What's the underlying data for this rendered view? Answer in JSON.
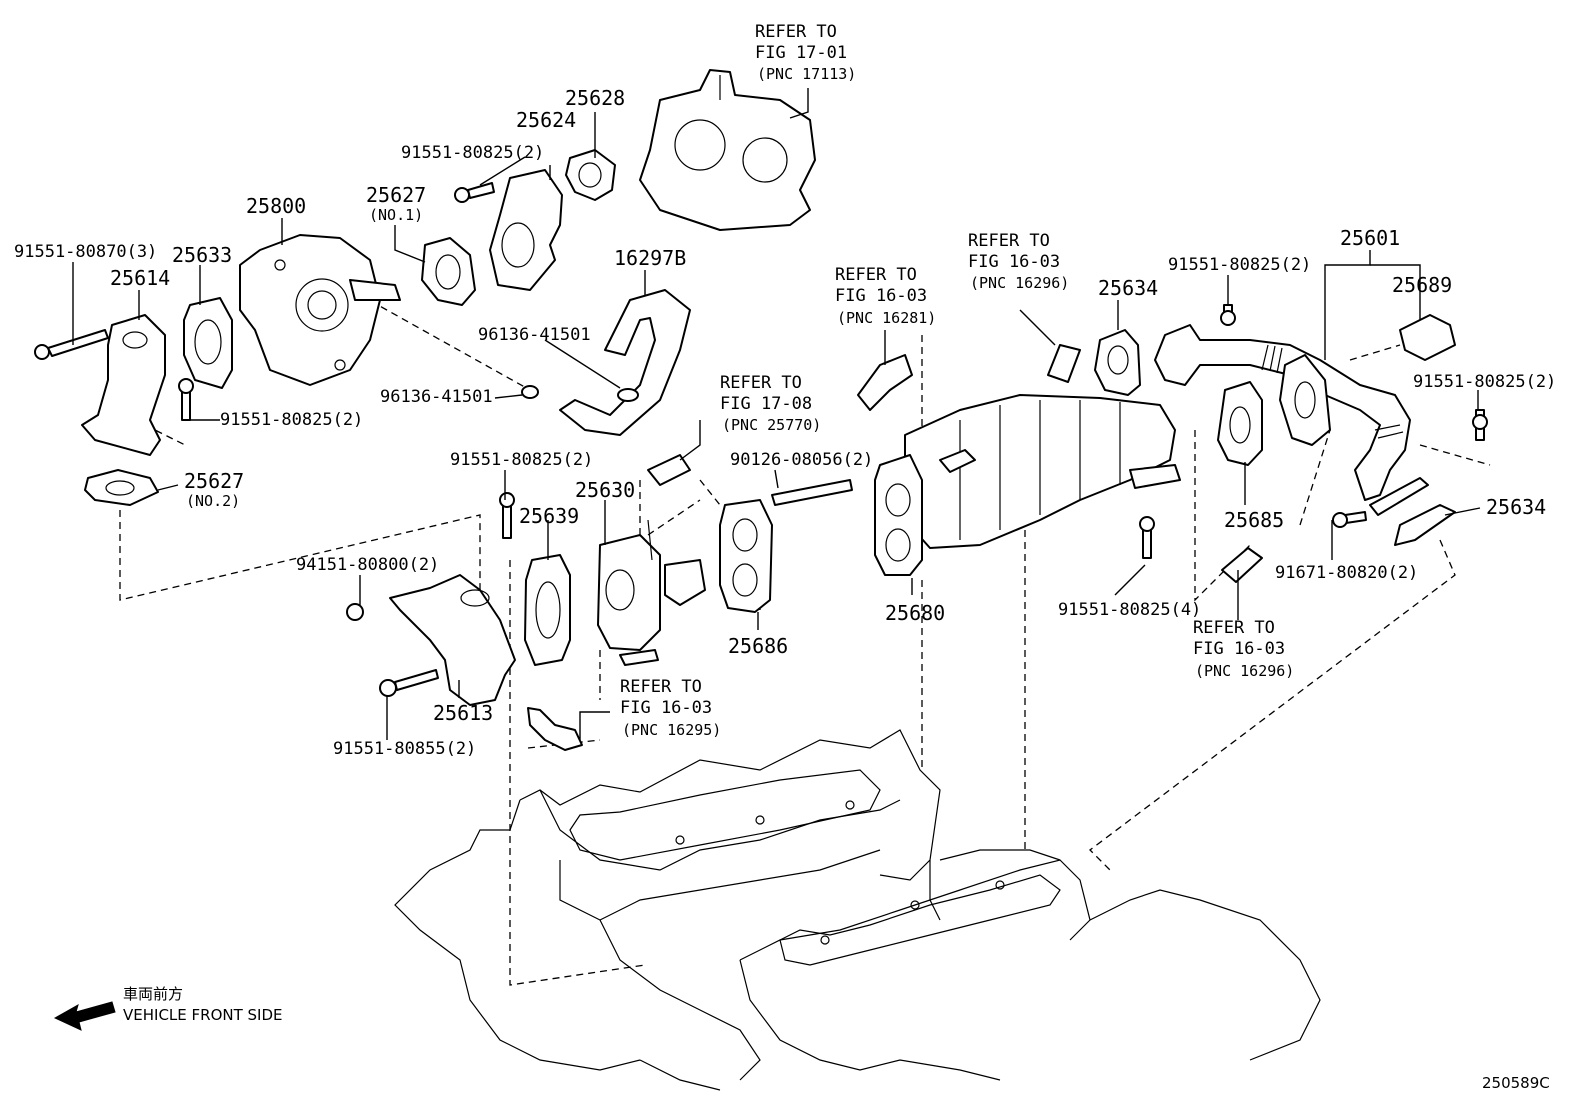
{
  "labels": {
    "p25601": "25601",
    "p25602_clip": "25689",
    "p25634_top": "25634",
    "p25634_right": "25634",
    "p25685": "25685",
    "p25680": "25680",
    "p25686": "25686",
    "p25630": "25630",
    "p25639": "25639",
    "p25613": "25613",
    "p25614": "25614",
    "p25633": "25633",
    "p25800": "25800",
    "p25627_top": "25627",
    "p25627_top_no": "(NO.1)",
    "p25627_bot": "25627",
    "p25627_bot_no": "(NO.2)",
    "p25624": "25624",
    "p25628": "25628",
    "p16297b": "16297B",
    "h96136_a": "96136-41501",
    "h96136_b": "96136-41501",
    "b91551_80870": "91551-80870(3)",
    "b91551_80825_a": "91551-80825(2)",
    "b91551_80825_b": "91551-80825(2)",
    "b91551_80825_c": "91551-80825(2)",
    "b91551_80825_d": "91551-80825(2)",
    "b91551_80825_e": "91551-80825(2)",
    "b91551_80825_4": "91551-80825(4)",
    "b91551_80855": "91551-80855(2)",
    "n94151_80800": "94151-80800(2)",
    "s90126_08056": "90126-08056(2)",
    "b91671_80820": "91671-80820(2)",
    "ref_17_01": [
      "REFER TO",
      "FIG 17-01",
      "(PNC 17113)"
    ],
    "ref_16_03_a": [
      "REFER TO",
      "FIG 16-03",
      "(PNC 16281)"
    ],
    "ref_16_03_b": [
      "REFER TO",
      "FIG 16-03",
      "(PNC 16296)"
    ],
    "ref_17_08": [
      "REFER TO",
      "FIG 17-08",
      "(PNC 25770)"
    ],
    "ref_16_03_c": [
      "REFER TO",
      "FIG 16-03",
      "(PNC 16295)"
    ],
    "ref_16_03_d": [
      "REFER TO",
      "FIG 16-03",
      "(PNC 16296)"
    ],
    "front_jp": "車両前方",
    "front_en": "VEHICLE FRONT SIDE",
    "drawing_id": "250589C"
  }
}
